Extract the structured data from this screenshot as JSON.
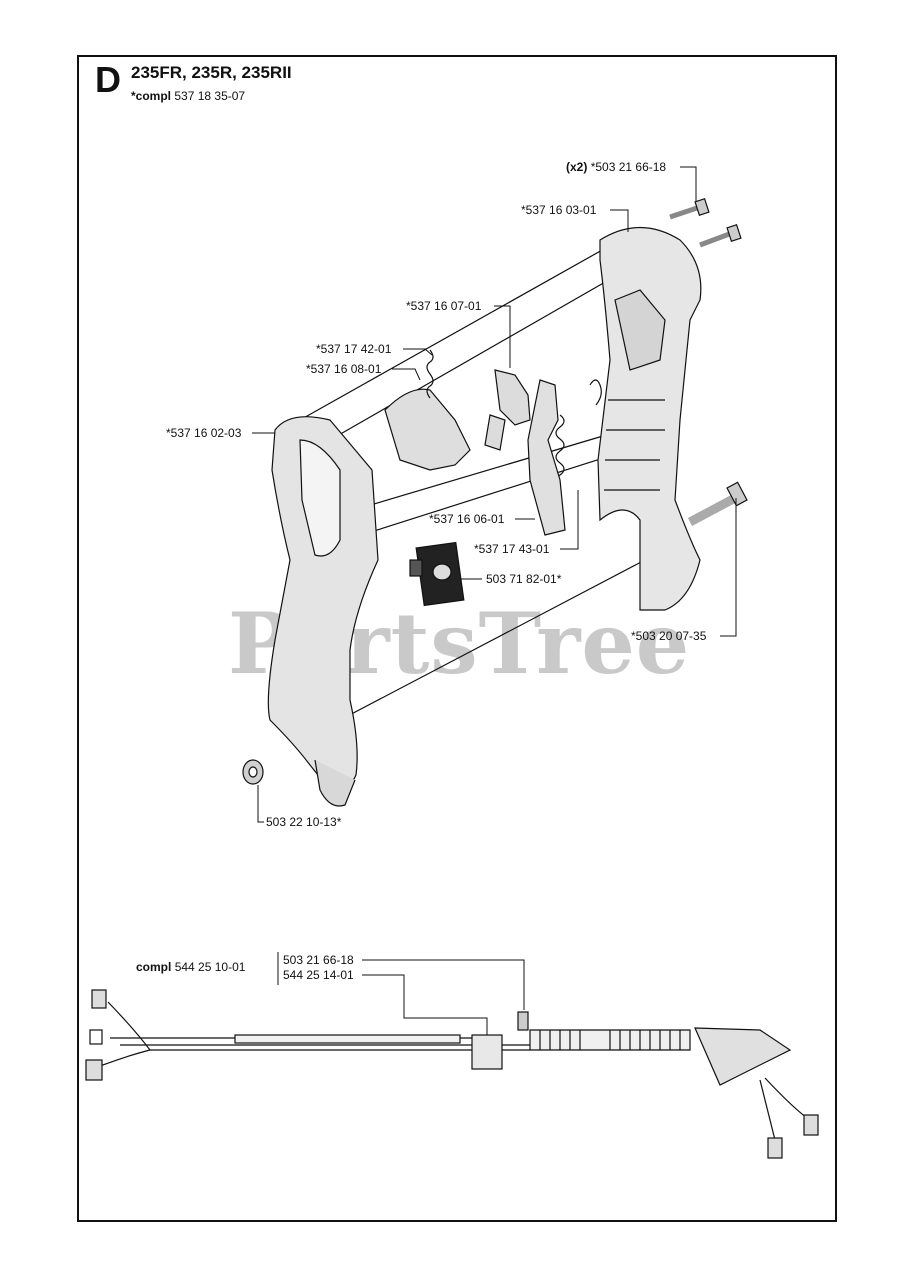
{
  "header": {
    "section_letter": "D",
    "title": "235FR, 235R, 235RII",
    "subtitle_prefix": "*compl",
    "subtitle_part": "537 18 35-07"
  },
  "watermark": "PartsTree",
  "callouts": {
    "screw_qty": "(x2)",
    "screw_part": "*503 21 66-18",
    "housing_right": "*537 16 03-01",
    "lever": "*537 16 07-01",
    "spring_1": "*537 17 42-01",
    "lock_lever": "*537 16 08-01",
    "housing_left": "*537 16 02-03",
    "trigger": "*537 16 06-01",
    "spring_2": "*537 17 43-01",
    "stop_switch": "503 71 82-01*",
    "bolt": "*503 20 07-35",
    "nut": "503 22 10-13*"
  },
  "harness": {
    "compl_prefix": "compl",
    "compl_part": "544 25 10-01",
    "part_a": "503 21 66-18",
    "part_b": "544 25 14-01"
  }
}
